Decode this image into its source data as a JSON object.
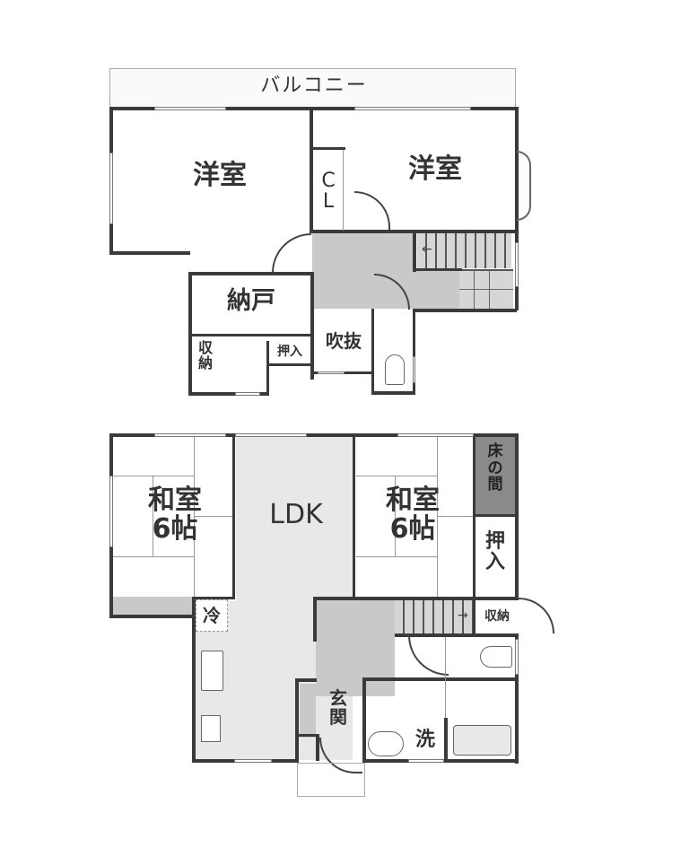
{
  "floor2": {
    "balcony": "バルコニー",
    "rooms": {
      "western_left": "洋室",
      "western_right": "洋室",
      "closet": "C\nL",
      "storeroom": "納戸",
      "storage": "収\n納",
      "oshiire": "押入",
      "fukinuke": "吹抜"
    }
  },
  "floor1": {
    "rooms": {
      "washitsu_left": "和室\n6帖",
      "ldk": "LDK",
      "washitsu_right": "和室\n6帖",
      "tokonoma": "床\nの\n間",
      "oshiire": "押\n入",
      "fridge": "冷",
      "storage": "収納",
      "entrance": "玄\n関",
      "wash": "洗"
    }
  },
  "colors": {
    "wall": "#3a3a3a",
    "hall": "#c9c9c9",
    "ldk": "#e8e8e8",
    "tokonoma": "#8a8a8a"
  }
}
